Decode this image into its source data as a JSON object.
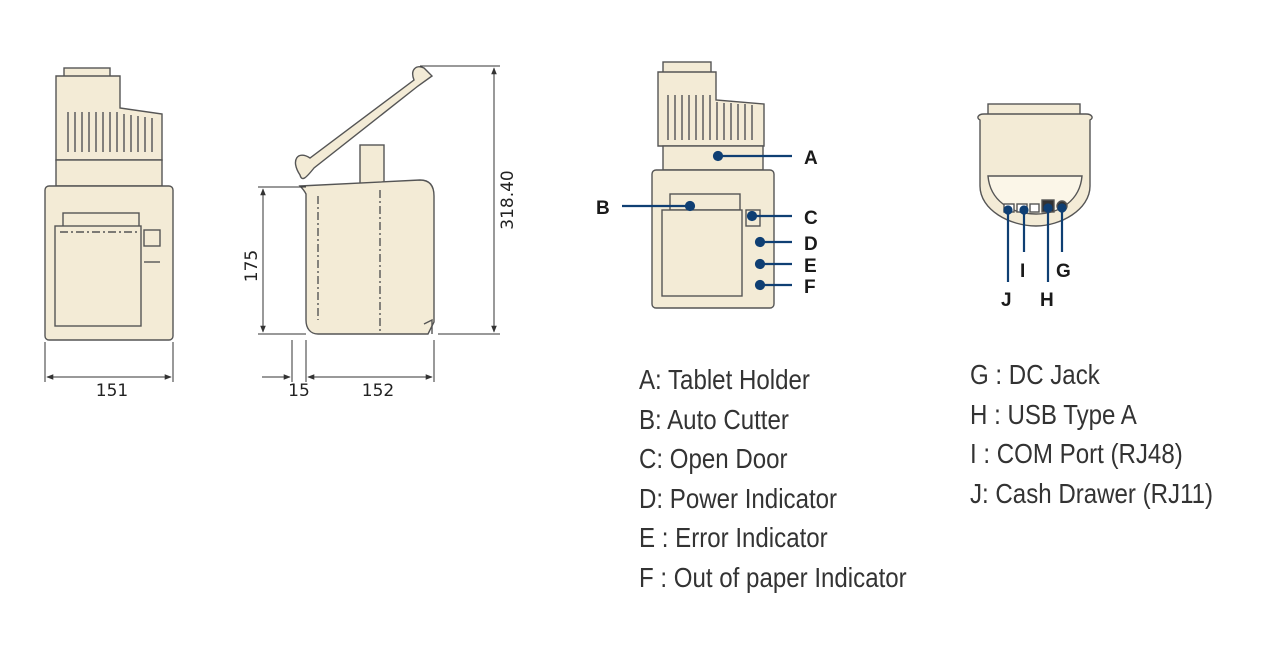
{
  "dimensions": {
    "front_width": "151",
    "height": "175",
    "overall_height": "318.40",
    "foot_offset": "15",
    "side_depth": "152"
  },
  "callout_letters": {
    "a": "A",
    "b": "B",
    "c": "C",
    "d": "D",
    "e": "E",
    "f": "F",
    "g": "G",
    "h": "H",
    "i": "I",
    "j": "J"
  },
  "legend_left": [
    "A: Tablet Holder",
    "B: Auto Cutter",
    "C: Open Door",
    "D: Power Indicator",
    "E : Error Indicator",
    "F : Out of paper Indicator"
  ],
  "legend_right": [
    "G : DC Jack",
    "H : USB Type A",
    "I : COM Port (RJ48)",
    "J: Cash Drawer (RJ11)"
  ],
  "colors": {
    "body_fill": "#f3ebd6",
    "outline": "#555555",
    "callout_line": "#0f3f73"
  }
}
